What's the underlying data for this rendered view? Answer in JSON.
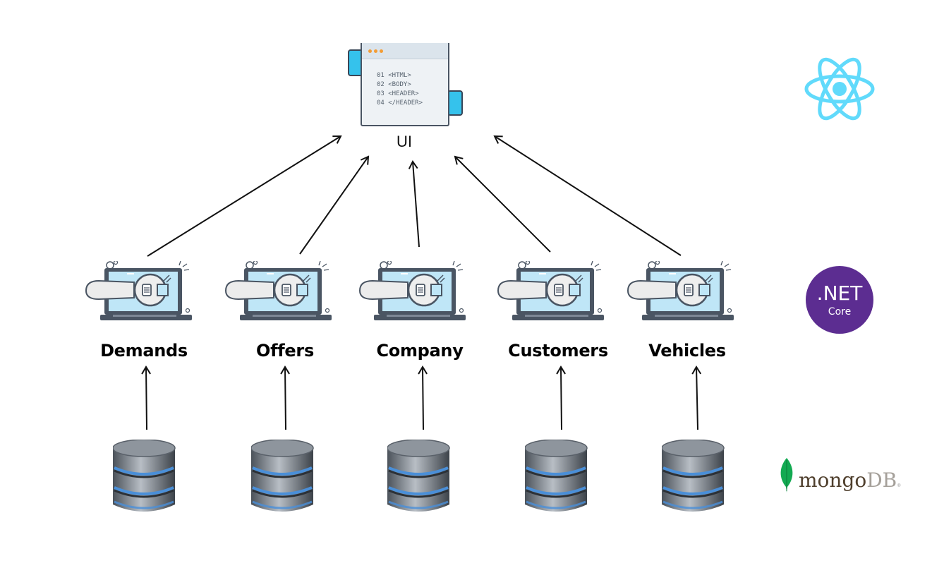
{
  "ui": {
    "label": "UI",
    "code_lines": [
      "01 <HTML>",
      "02 <BODY>",
      "03 <HEADER>",
      "04 </HEADER>"
    ]
  },
  "services": [
    {
      "label": "Demands"
    },
    {
      "label": "Offers"
    },
    {
      "label": "Company"
    },
    {
      "label": "Customers"
    },
    {
      "label": "Vehicles"
    }
  ],
  "logos": {
    "frontend": {
      "icon": "react-logo-icon",
      "color": "#61dafb"
    },
    "backend": {
      "title": ".NET",
      "subtitle": "Core",
      "icon": "dotnet-core-logo-icon",
      "color": "#5c2d91"
    },
    "database": {
      "wordmark_main": "mongo",
      "wordmark_db": "DB",
      "wordmark_mark": "®",
      "icon": "mongodb-leaf-icon",
      "color": "#13aa52"
    }
  },
  "icons": {
    "service": "laptop-wrench-icon",
    "database": "database-cylinder-icon",
    "ui": "code-window-icon"
  }
}
